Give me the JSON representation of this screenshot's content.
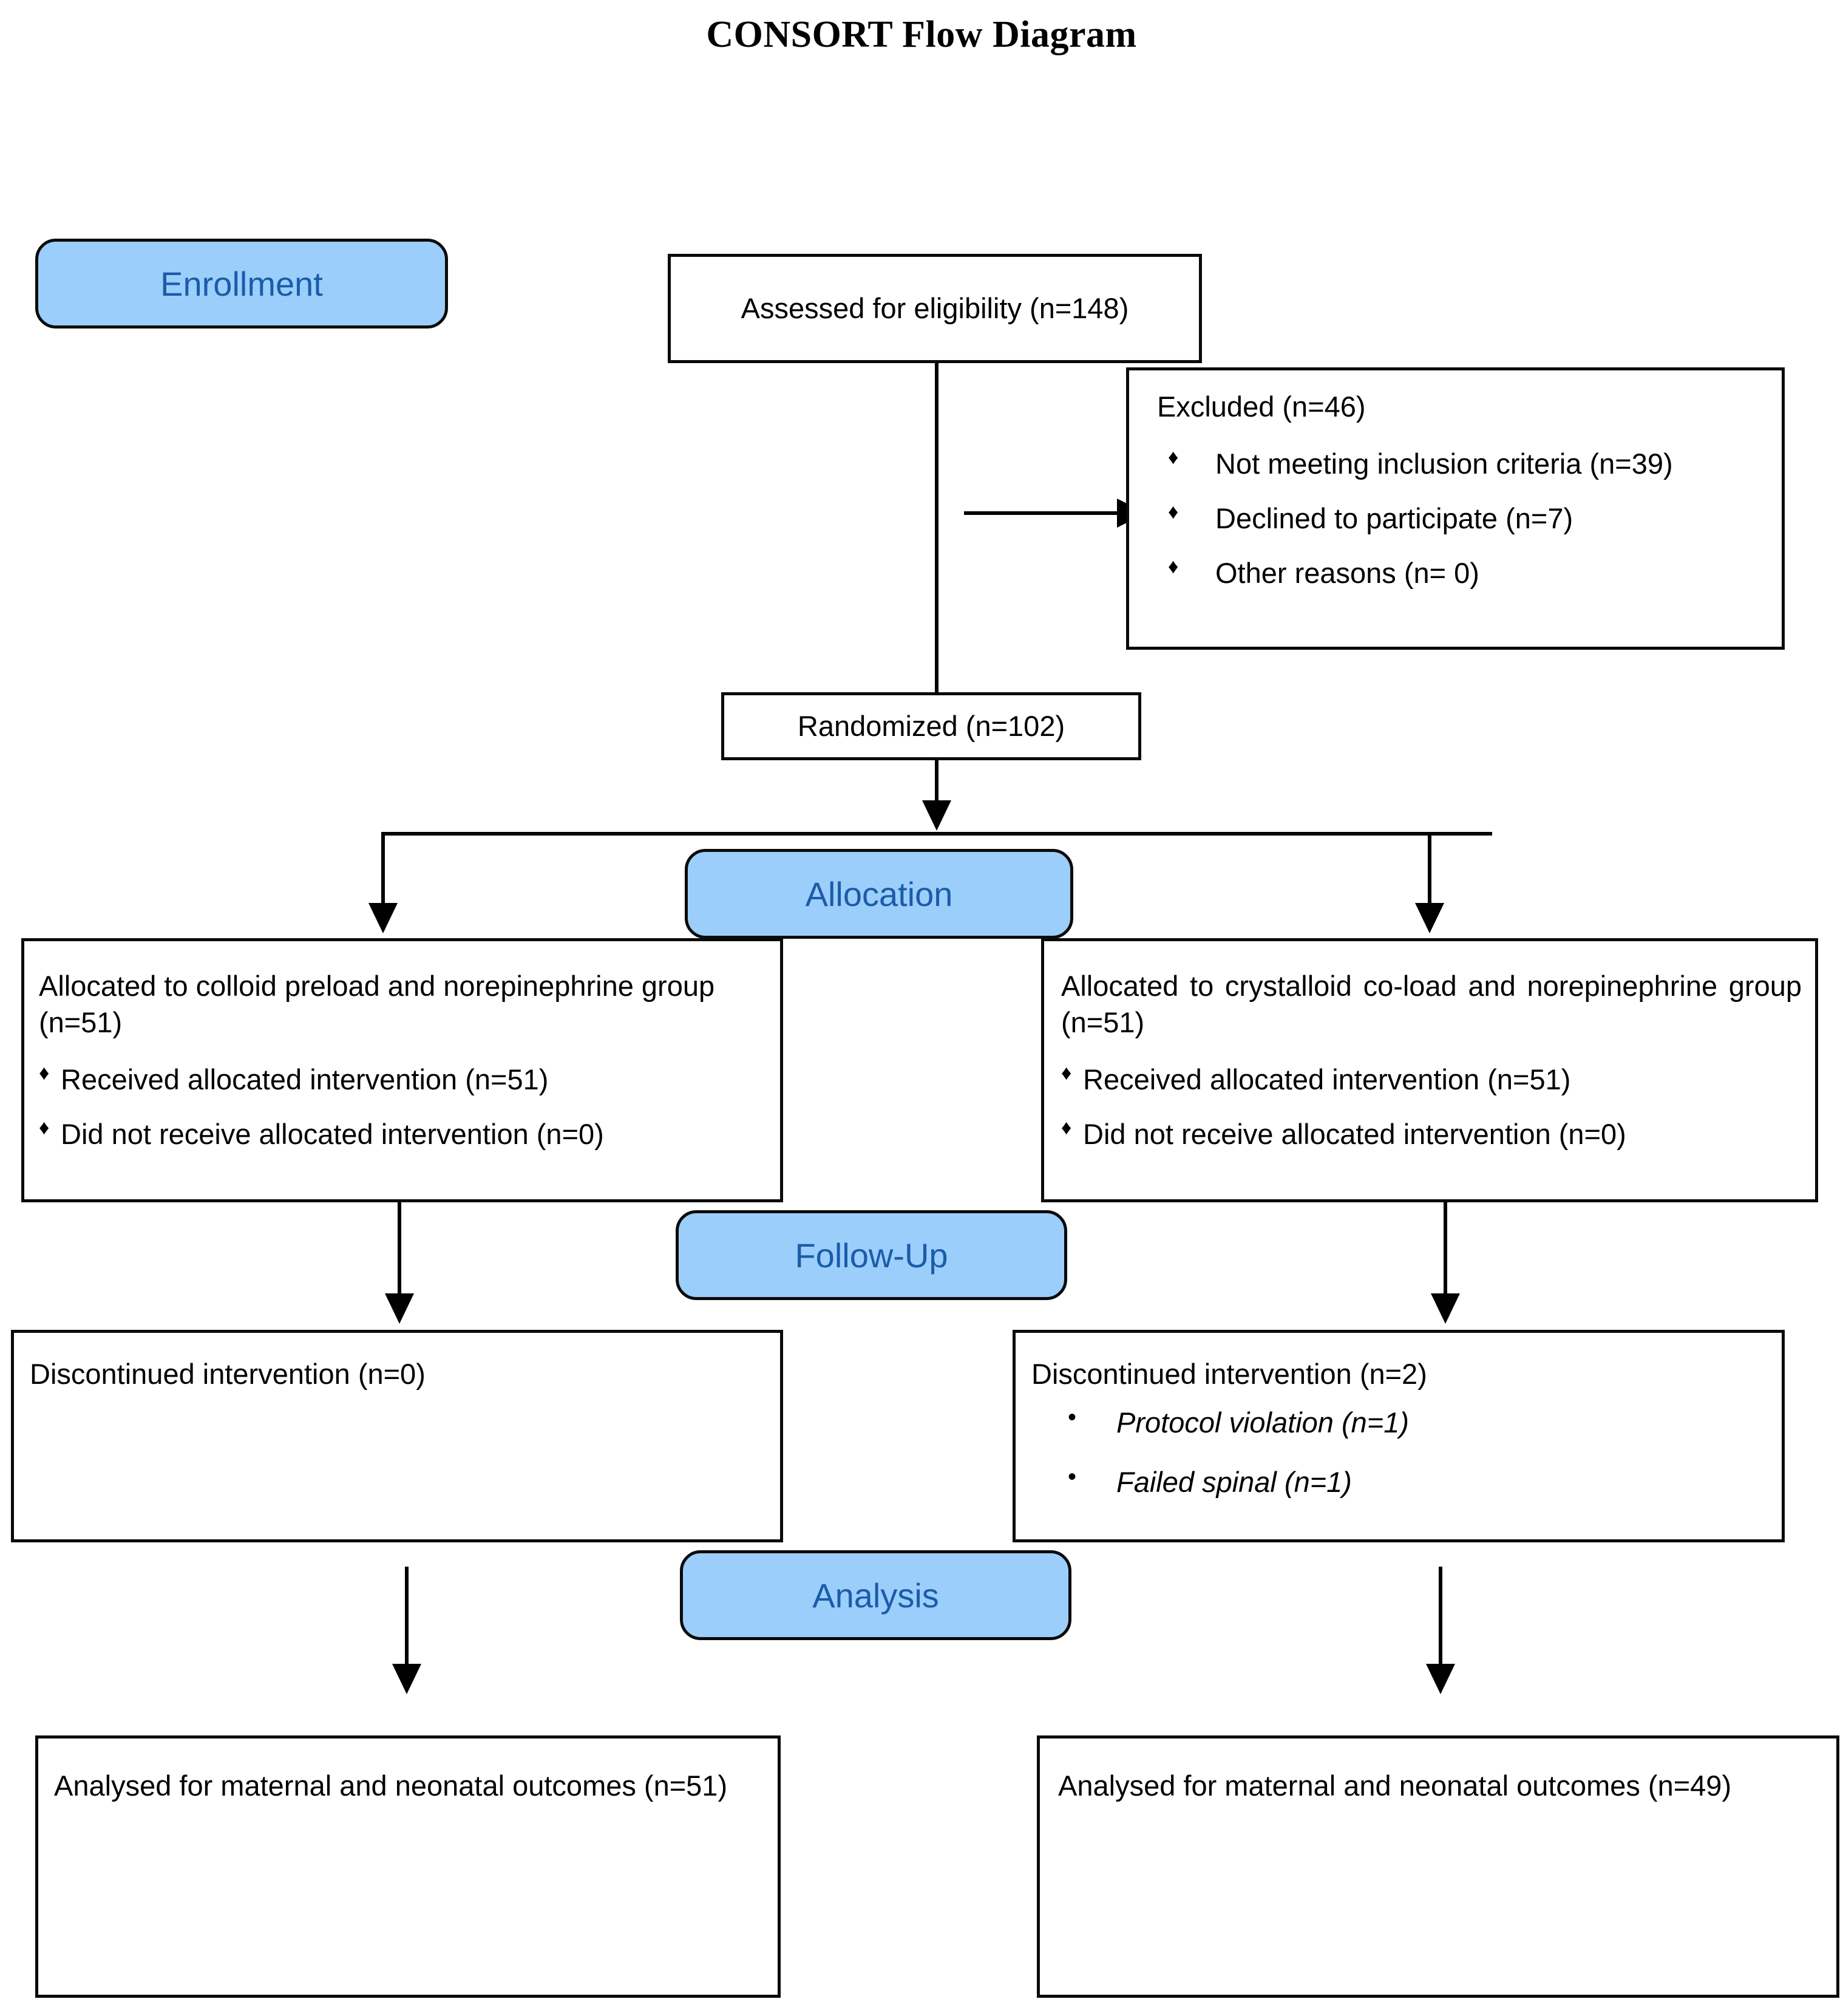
{
  "title": "CONSORT Flow Diagram",
  "colors": {
    "stage_fill": "#9CCEFB",
    "stage_text": "#1A5CA8",
    "stroke": "#000000",
    "box_fill": "#FFFFFF"
  },
  "stages": {
    "enrollment": "Enrollment",
    "allocation": "Allocation",
    "followup": "Follow-Up",
    "analysis": "Analysis"
  },
  "enrollment": {
    "assessed": "Assessed for eligibility (n=148)",
    "excluded": {
      "heading": "Excluded (n=46)",
      "bullet_glyph": "♦",
      "reasons": [
        "Not meeting inclusion criteria (n=39)",
        "Declined to participate (n=7)",
        " Other reasons (n= 0)"
      ]
    },
    "randomized": "Randomized (n=102)"
  },
  "allocation": {
    "left": {
      "heading": "Allocated to colloid preload and norepinephrine group (n=51)",
      "bullet_glyph": "♦",
      "items": [
        "Received allocated intervention (n=51)",
        "Did not receive allocated intervention (n=0)"
      ]
    },
    "right": {
      "heading": "Allocated to crystalloid co-load and norepinephrine group (n=51)",
      "bullet_glyph": "♦",
      "items": [
        "Received allocated intervention (n=51)",
        "Did not receive allocated intervention   (n=0)"
      ]
    }
  },
  "followup": {
    "left": {
      "heading": "Discontinued intervention (n=0)",
      "bullet_glyph": "•",
      "items": []
    },
    "right": {
      "heading": "Discontinued intervention (n=2)",
      "bullet_glyph": "•",
      "items": [
        "Protocol violation (n=1)",
        "Failed spinal (n=1)"
      ]
    }
  },
  "analysis": {
    "left": "Analysed for maternal and neonatal outcomes (n=51)",
    "right": "Analysed for maternal and neonatal outcomes (n=49)"
  }
}
